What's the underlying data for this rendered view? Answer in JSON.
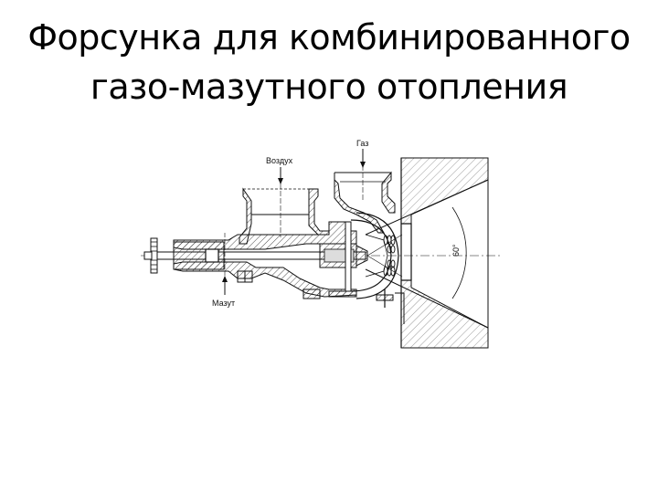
{
  "slide": {
    "title_line1": "Форсунка для комбинированного",
    "title_line2": "газо-мазутного отопления"
  },
  "diagram": {
    "labels": {
      "air": "Воздух",
      "gas": "Газ",
      "fuel_oil": "Мазут",
      "angle": "60°"
    }
  }
}
